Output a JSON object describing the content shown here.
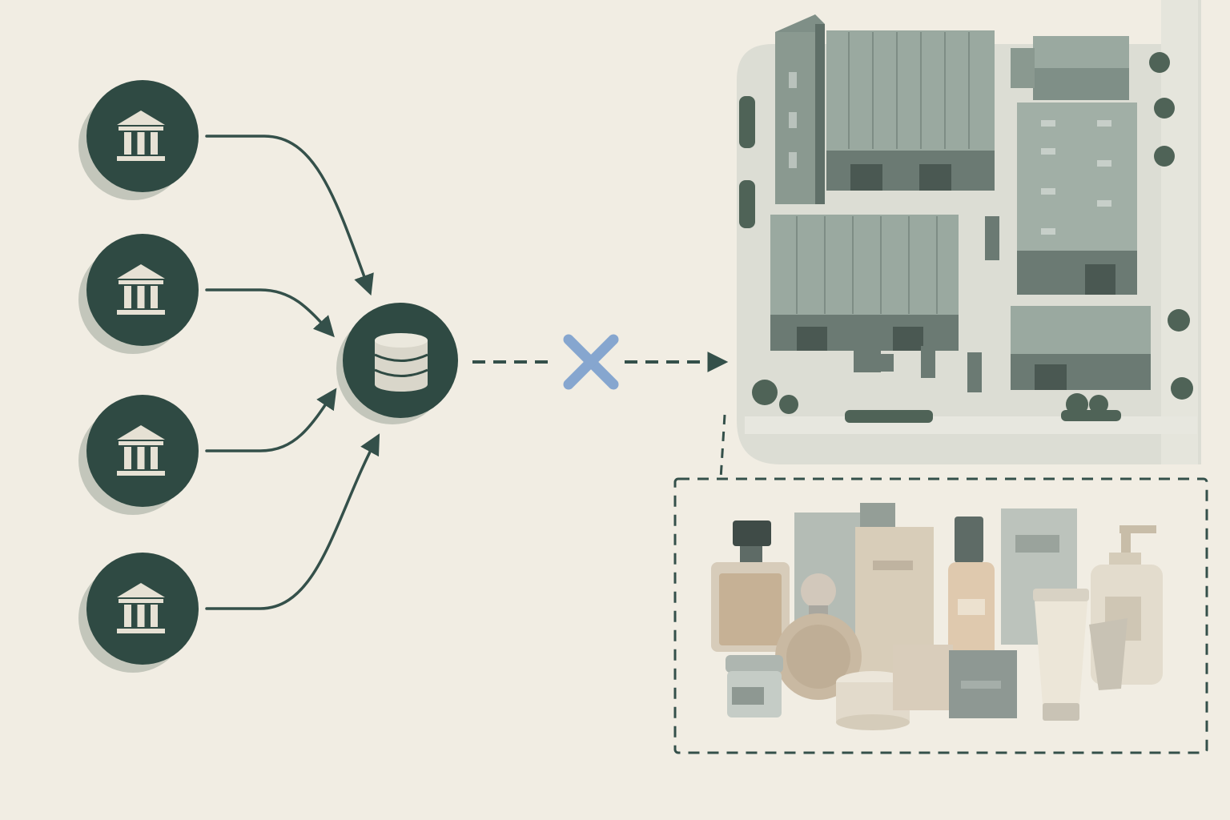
{
  "colors": {
    "background": "#f1ede3",
    "node_dark": "#2f4a43",
    "node_shadow": "#b9bfb4",
    "icon_light": "#e6e1d4",
    "arrow": "#34504a",
    "blocked_x": "#86a6cf",
    "roof": "#8f9f96",
    "wall": "#6b7a73",
    "ground": "#dcddd4",
    "tree": "#4f6357"
  },
  "diagram": {
    "sources": [
      {
        "id": "source-1",
        "icon": "bank-icon"
      },
      {
        "id": "source-2",
        "icon": "bank-icon"
      },
      {
        "id": "source-3",
        "icon": "bank-icon"
      },
      {
        "id": "source-4",
        "icon": "bank-icon"
      }
    ],
    "hub": {
      "icon": "database-icon"
    },
    "link_to_target": {
      "style": "dashed",
      "blocked": true,
      "icon": "cross-icon"
    },
    "target": {
      "icon": "industrial-park-illustration"
    },
    "detail": {
      "style": "dashed",
      "icon": "cosmetics-products-illustration"
    }
  }
}
